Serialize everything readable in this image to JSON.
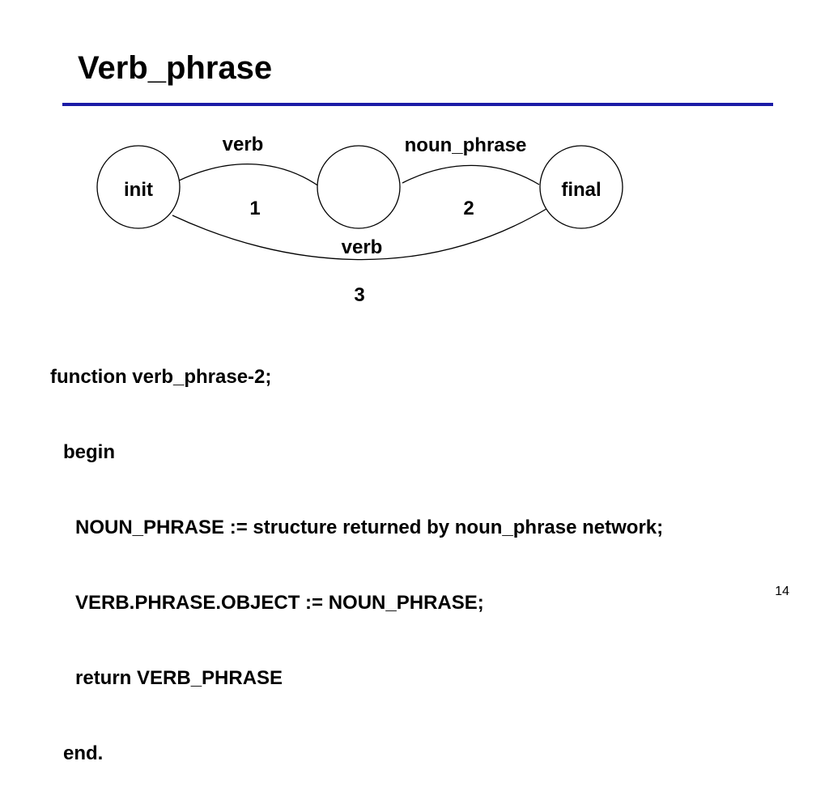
{
  "slide": {
    "title": "Verb_phrase",
    "page_number": "14",
    "accent_color": "#1a1aa6"
  },
  "diagram": {
    "nodes": {
      "init": "init",
      "middle": "",
      "final": "final"
    },
    "arcs": [
      {
        "id": 1,
        "from": "init",
        "to": "middle",
        "label": "verb",
        "number": "1"
      },
      {
        "id": 2,
        "from": "middle",
        "to": "final",
        "label": "noun_phrase",
        "number": "2"
      },
      {
        "id": 3,
        "from": "init",
        "to": "final",
        "label": "verb",
        "number": "3"
      }
    ]
  },
  "code": {
    "lines": [
      "function verb_phrase-2;",
      "begin",
      "NOUN_PHRASE := structure returned by noun_phrase network;",
      "VERB.PHRASE.OBJECT := NOUN_PHRASE;",
      "return VERB_PHRASE",
      "end."
    ]
  }
}
